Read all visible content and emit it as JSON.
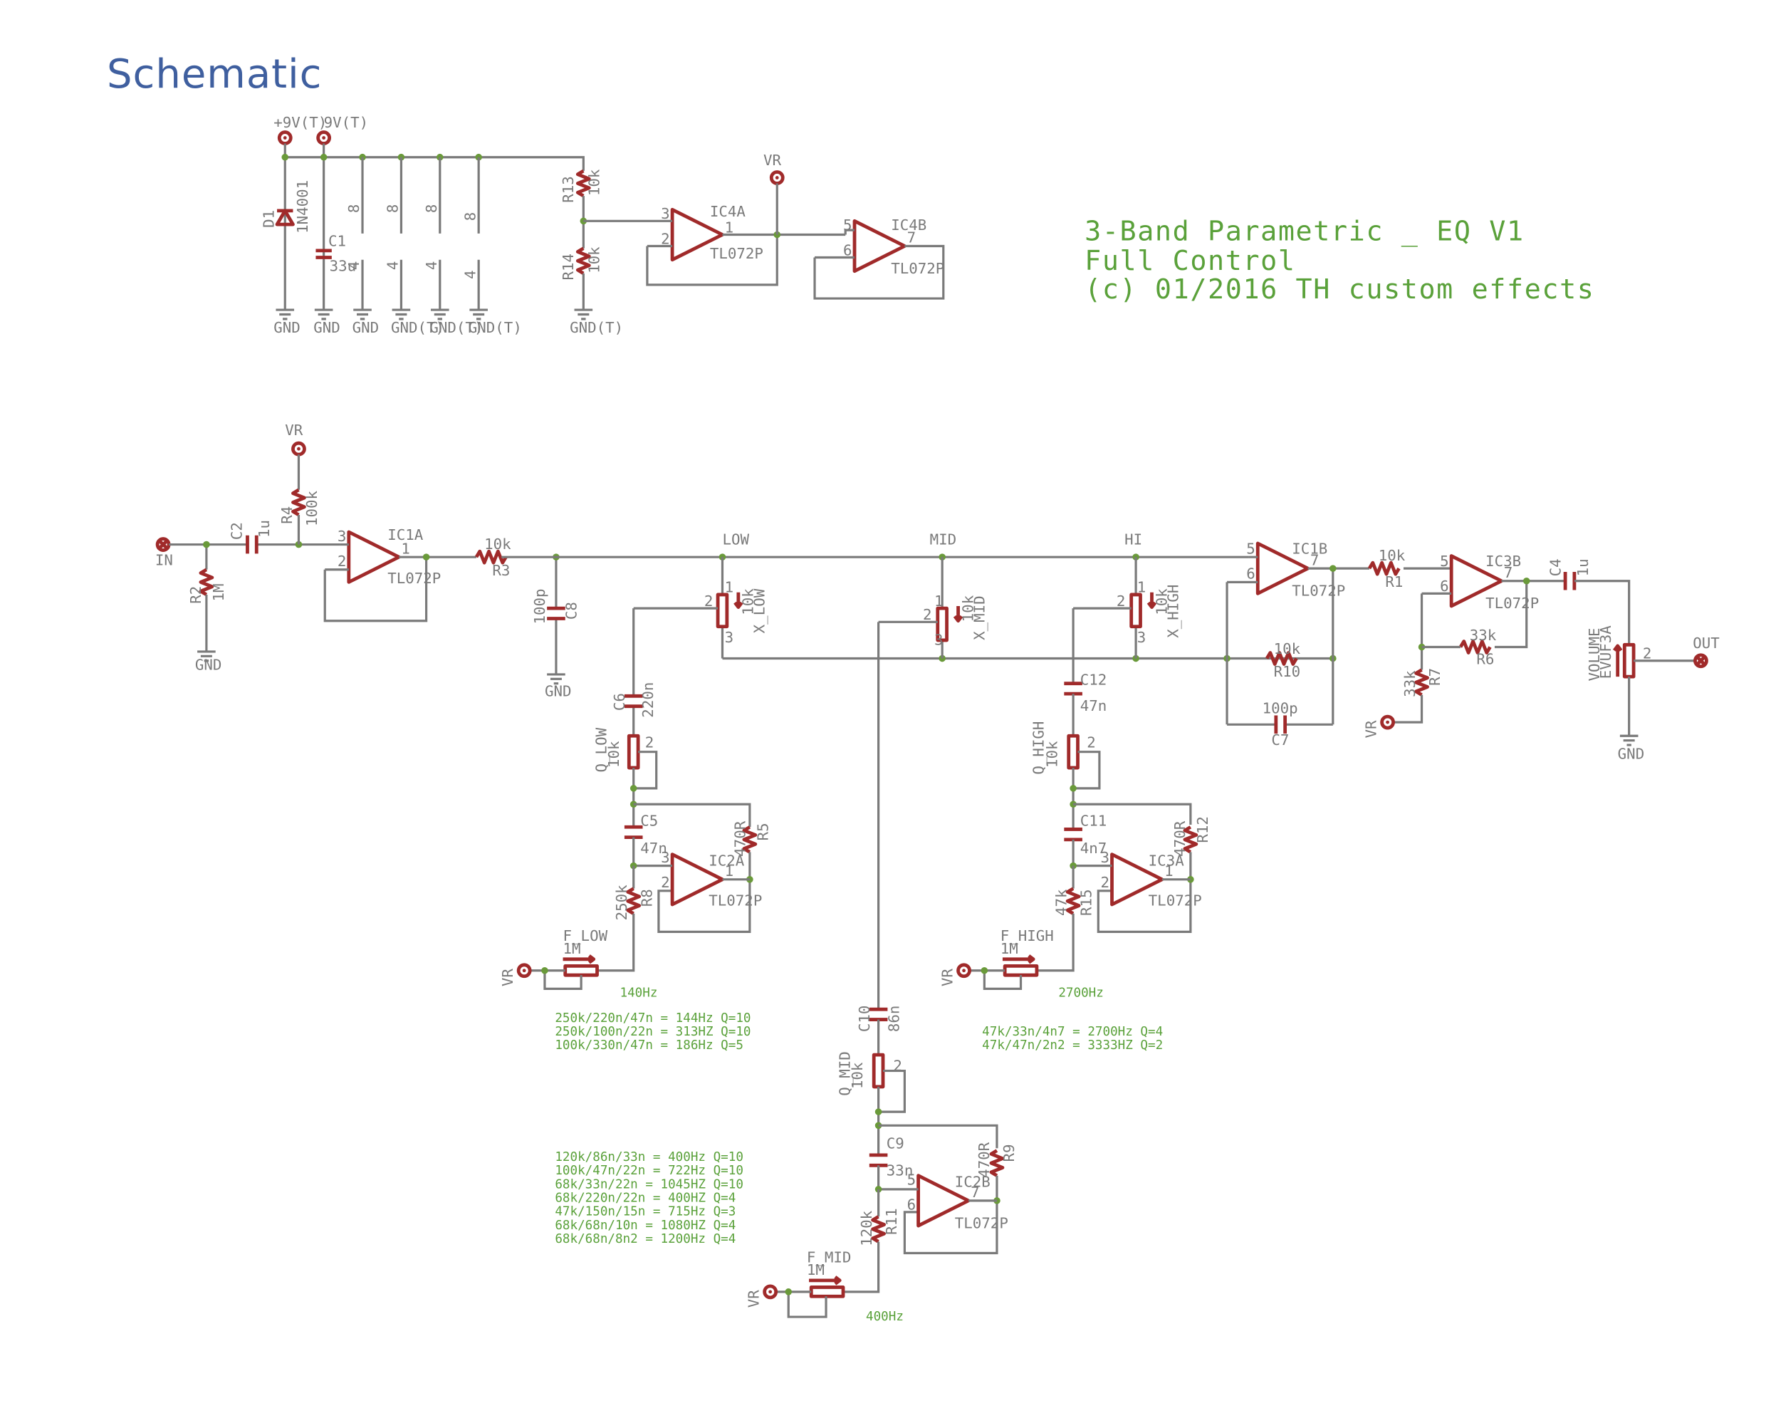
{
  "heading": "Schematic",
  "title_block": {
    "line1": "3-Band Parametric _ EQ V1",
    "line2": "Full Control",
    "line3": "(c) 01/2016 TH custom effects"
  },
  "power": {
    "supply_a": "+9V(T)",
    "supply_b": "9V(T)",
    "d1": "D1",
    "d1_value": "1N4001",
    "c1": "C1",
    "c1_value": "33u",
    "pin8": "8",
    "pin4": "4",
    "r13": "R13",
    "r13_value": "10k",
    "r14": "R14",
    "r14_value": "10k",
    "ic4a": "IC4A",
    "ic4a_value": "TL072P",
    "ic4b": "IC4B",
    "ic4b_value": "TL072P",
    "vr": "VR",
    "gnd": "GND",
    "gnd_t": "GND(T)",
    "pin1": "1",
    "pin2": "2",
    "pin3": "3",
    "pin5": "5",
    "pin6": "6",
    "pin7": "7"
  },
  "input_stage": {
    "in": "IN",
    "vr": "VR",
    "c2": "C2",
    "c2_value": "1u",
    "r4": "R4",
    "r4_value": "100k",
    "r2": "R2",
    "r2_value": "1M",
    "gnd": "GND",
    "ic1a": "IC1A",
    "ic1a_value": "TL072P",
    "r3": "R3",
    "r3_value": "10k",
    "c8": "C8",
    "c8_value": "100p"
  },
  "nets": {
    "low": "LOW",
    "mid": "MID",
    "hi": "HI"
  },
  "low_band": {
    "x_low": "X_LOW",
    "x_low_value": "10k",
    "c6": "C6",
    "c6_value": "220n",
    "q_low": "Q_LOW",
    "q_low_value": "10k",
    "c5": "C5",
    "c5_value": "47n",
    "r5": "R5",
    "r5_value": "470R",
    "ic2a": "IC2A",
    "ic2a_value": "TL072P",
    "r8": "R8",
    "r8_value": "250k",
    "f_low": "F_LOW",
    "f_low_value": "1M",
    "vr": "VR",
    "freq": "140Hz",
    "notes": [
      "250k/220n/47n = 144Hz Q=10",
      "250k/100n/22n = 313HZ Q=10",
      "100k/330n/47n = 186Hz Q=5"
    ]
  },
  "mid_band": {
    "x_mid": "X_MID",
    "x_mid_value": "10k",
    "c10": "C10",
    "c10_value": "86n",
    "q_mid": "Q_MID",
    "q_mid_value": "10k",
    "c9": "C9",
    "c9_value": "33n",
    "r9": "R9",
    "r9_value": "470R",
    "ic2b": "IC2B",
    "ic2b_value": "TL072P",
    "r11": "R11",
    "r11_value": "120k",
    "f_mid": "F_MID",
    "f_mid_value": "1M",
    "vr": "VR",
    "freq": "400Hz",
    "notes": [
      "120k/86n/33n =  400Hz Q=10",
      "100k/47n/22n =  722Hz Q=10",
      "68k/33n/22n  = 1045HZ Q=10",
      "68k/220n/22n =  400HZ Q=4",
      "47k/150n/15n =  715Hz Q=3",
      "68k/68n/10n  = 1080HZ Q=4",
      "68k/68n/8n2  = 1200Hz Q=4"
    ]
  },
  "high_band": {
    "x_high": "X_HIGH",
    "x_high_value": "10k",
    "c12": "C12",
    "c12_value": "47n",
    "q_high": "Q_HIGH",
    "q_high_value": "10k",
    "c11": "C11",
    "c11_value": "4n7",
    "r12": "R12",
    "r12_value": "470R",
    "ic3a": "IC3A",
    "ic3a_value": "TL072P",
    "r15": "R15",
    "r15_value": "47k",
    "f_high": "F_HIGH",
    "f_high_value": "1M",
    "vr": "VR",
    "freq": "2700Hz",
    "notes": [
      "47k/33n/4n7 = 2700Hz Q=4",
      "47k/47n/2n2 = 3333HZ Q=2"
    ]
  },
  "output_stage": {
    "ic1b": "IC1B",
    "ic1b_value": "TL072P",
    "r10": "R10",
    "r10_value": "10k",
    "c7": "C7",
    "c7_value": "100p",
    "r1": "R1",
    "r1_value": "10k",
    "ic3b": "IC3B",
    "ic3b_value": "TL072P",
    "r6": "R6",
    "r6_value": "33k",
    "r7": "R7",
    "r7_value": "33k",
    "vr": "VR",
    "c4": "C4",
    "c4_value": "1u",
    "volume": "VOLUME",
    "volume_value": "EVUF3A",
    "out": "OUT",
    "gnd": "GND"
  }
}
